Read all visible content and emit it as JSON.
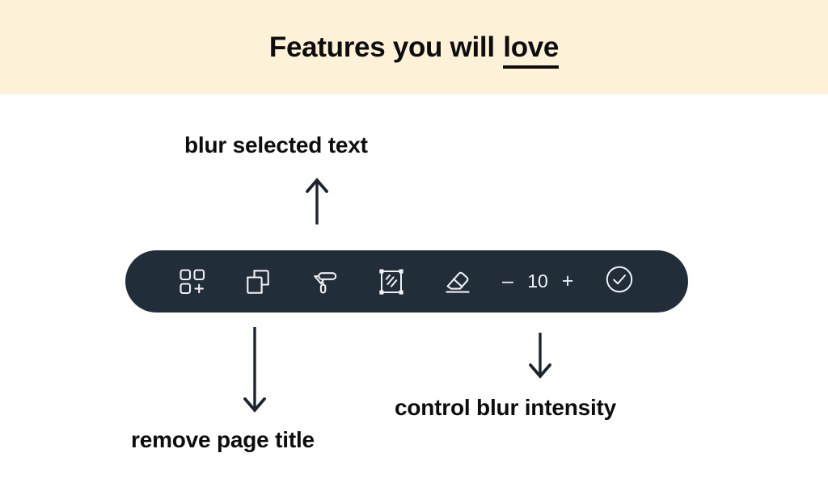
{
  "banner": {
    "title_prefix": "Features you will",
    "title_emphasis": "love",
    "background_color": "#fdf1d7"
  },
  "annotations": [
    {
      "id": "blur-text",
      "label": "blur selected text",
      "arrow": "up",
      "points_to": "blur-tool"
    },
    {
      "id": "remove-title",
      "label": "remove page title",
      "arrow": "down",
      "points_to": "add-blocks-tool"
    },
    {
      "id": "blur-intensity",
      "label": "control blur intensity",
      "arrow": "down",
      "points_to": "intensity-stepper"
    }
  ],
  "toolbar": {
    "background_color": "#222d3a",
    "icon_color": "#f2f4f7",
    "tools": [
      {
        "name": "add-blocks",
        "icon": "grid-plus-icon",
        "label": "Add blocks"
      },
      {
        "name": "duplicate",
        "icon": "copy-icon",
        "label": "Duplicate"
      },
      {
        "name": "paint-roller",
        "icon": "paint-roller-icon",
        "label": "Paint roller"
      },
      {
        "name": "blur-region",
        "icon": "blur-selection-icon",
        "label": "Blur region"
      },
      {
        "name": "eraser",
        "icon": "eraser-icon",
        "label": "Eraser"
      }
    ],
    "stepper": {
      "name": "blur-intensity",
      "decrement_label": "–",
      "value": "10",
      "increment_label": "+"
    },
    "confirm": {
      "name": "confirm",
      "icon": "check-circle-icon",
      "label": "Apply"
    }
  }
}
